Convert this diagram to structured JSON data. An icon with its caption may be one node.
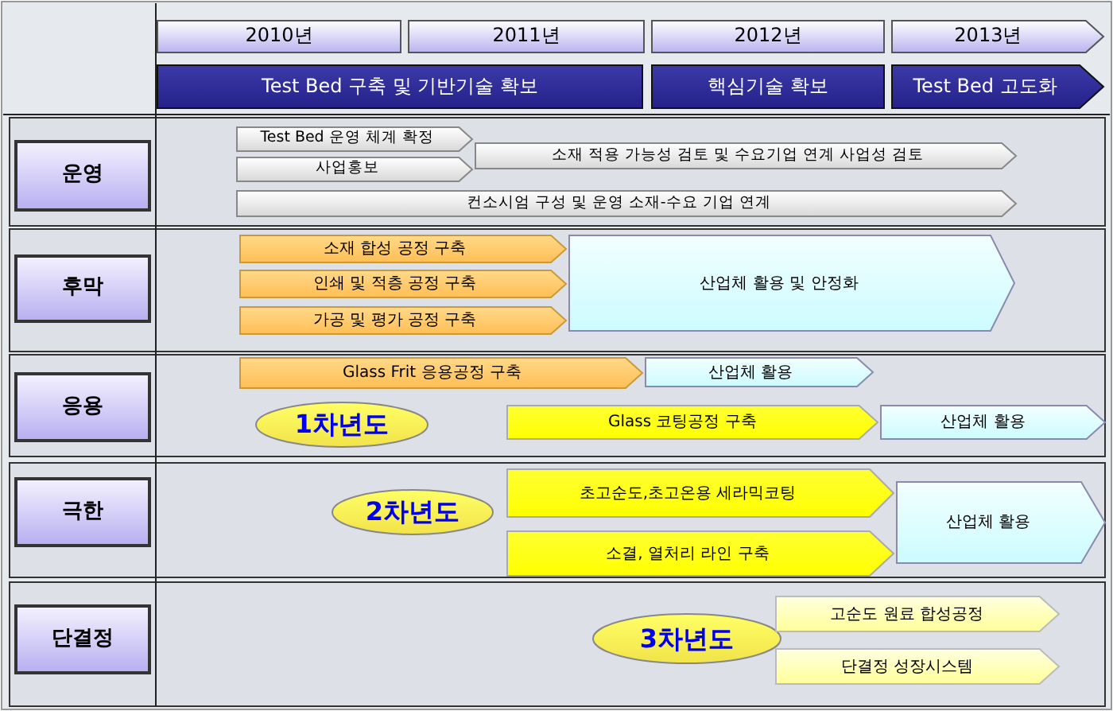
{
  "diagram": {
    "nodes": [
      {
        "text": [
          "2010년"
        ]
      },
      {
        "text": [
          "2011년"
        ]
      },
      {
        "text": [
          "2012년"
        ]
      },
      {
        "text": [
          "2013년"
        ]
      },
      {
        "text": [
          "Test Bed 구축 및 기반기술 확보"
        ]
      },
      {
        "text": [
          "핵심기술 확보"
        ]
      },
      {
        "text": [
          "Test Bed 고도화"
        ]
      },
      {
        "text": [
          "운영"
        ]
      },
      {
        "text": [
          "Test Bed 운영 체계 확정"
        ]
      },
      {
        "text": [
          "사업홍보"
        ]
      },
      {
        "text": [
          "소재 적용 가능성 검토 및 수요기업 연계 사업성 검토"
        ]
      },
      {
        "text": [
          "컨소시엄 구성 및 운영 소재-수요 기업 연계"
        ]
      },
      {
        "text": [
          "후막"
        ]
      },
      {
        "text": [
          "소재 합성 공정 구축"
        ]
      },
      {
        "text": [
          "인쇄 및 적층 공정 구축"
        ]
      },
      {
        "text": [
          "가공 및 평가 공정 구축"
        ]
      },
      {
        "text": [
          "산업체 활용 및 안정화"
        ]
      },
      {
        "text": [
          "응용"
        ]
      },
      {
        "text": [
          "Glass Frit 응용공정 구축"
        ]
      },
      {
        "text": [
          "산업체 활용"
        ]
      },
      {
        "text": [
          "1차년도"
        ]
      },
      {
        "text": [
          "Glass 코팅공정 구축"
        ]
      },
      {
        "text": [
          "산업체 활용"
        ]
      },
      {
        "text": [
          "극한"
        ]
      },
      {
        "text": [
          "2차년도"
        ]
      },
      {
        "text": [
          "초고순도,초고온용 세라믹코팅"
        ]
      },
      {
        "text": [
          "소결, 열처리 라인 구축"
        ]
      },
      {
        "text": [
          "산업체 활용"
        ]
      },
      {
        "text": [
          "단결정"
        ]
      },
      {
        "text": [
          "3차년도"
        ]
      },
      {
        "text": [
          "고순도 원료 합성공정"
        ]
      },
      {
        "text": [
          "단결정 성장시스템"
        ]
      }
    ]
  }
}
